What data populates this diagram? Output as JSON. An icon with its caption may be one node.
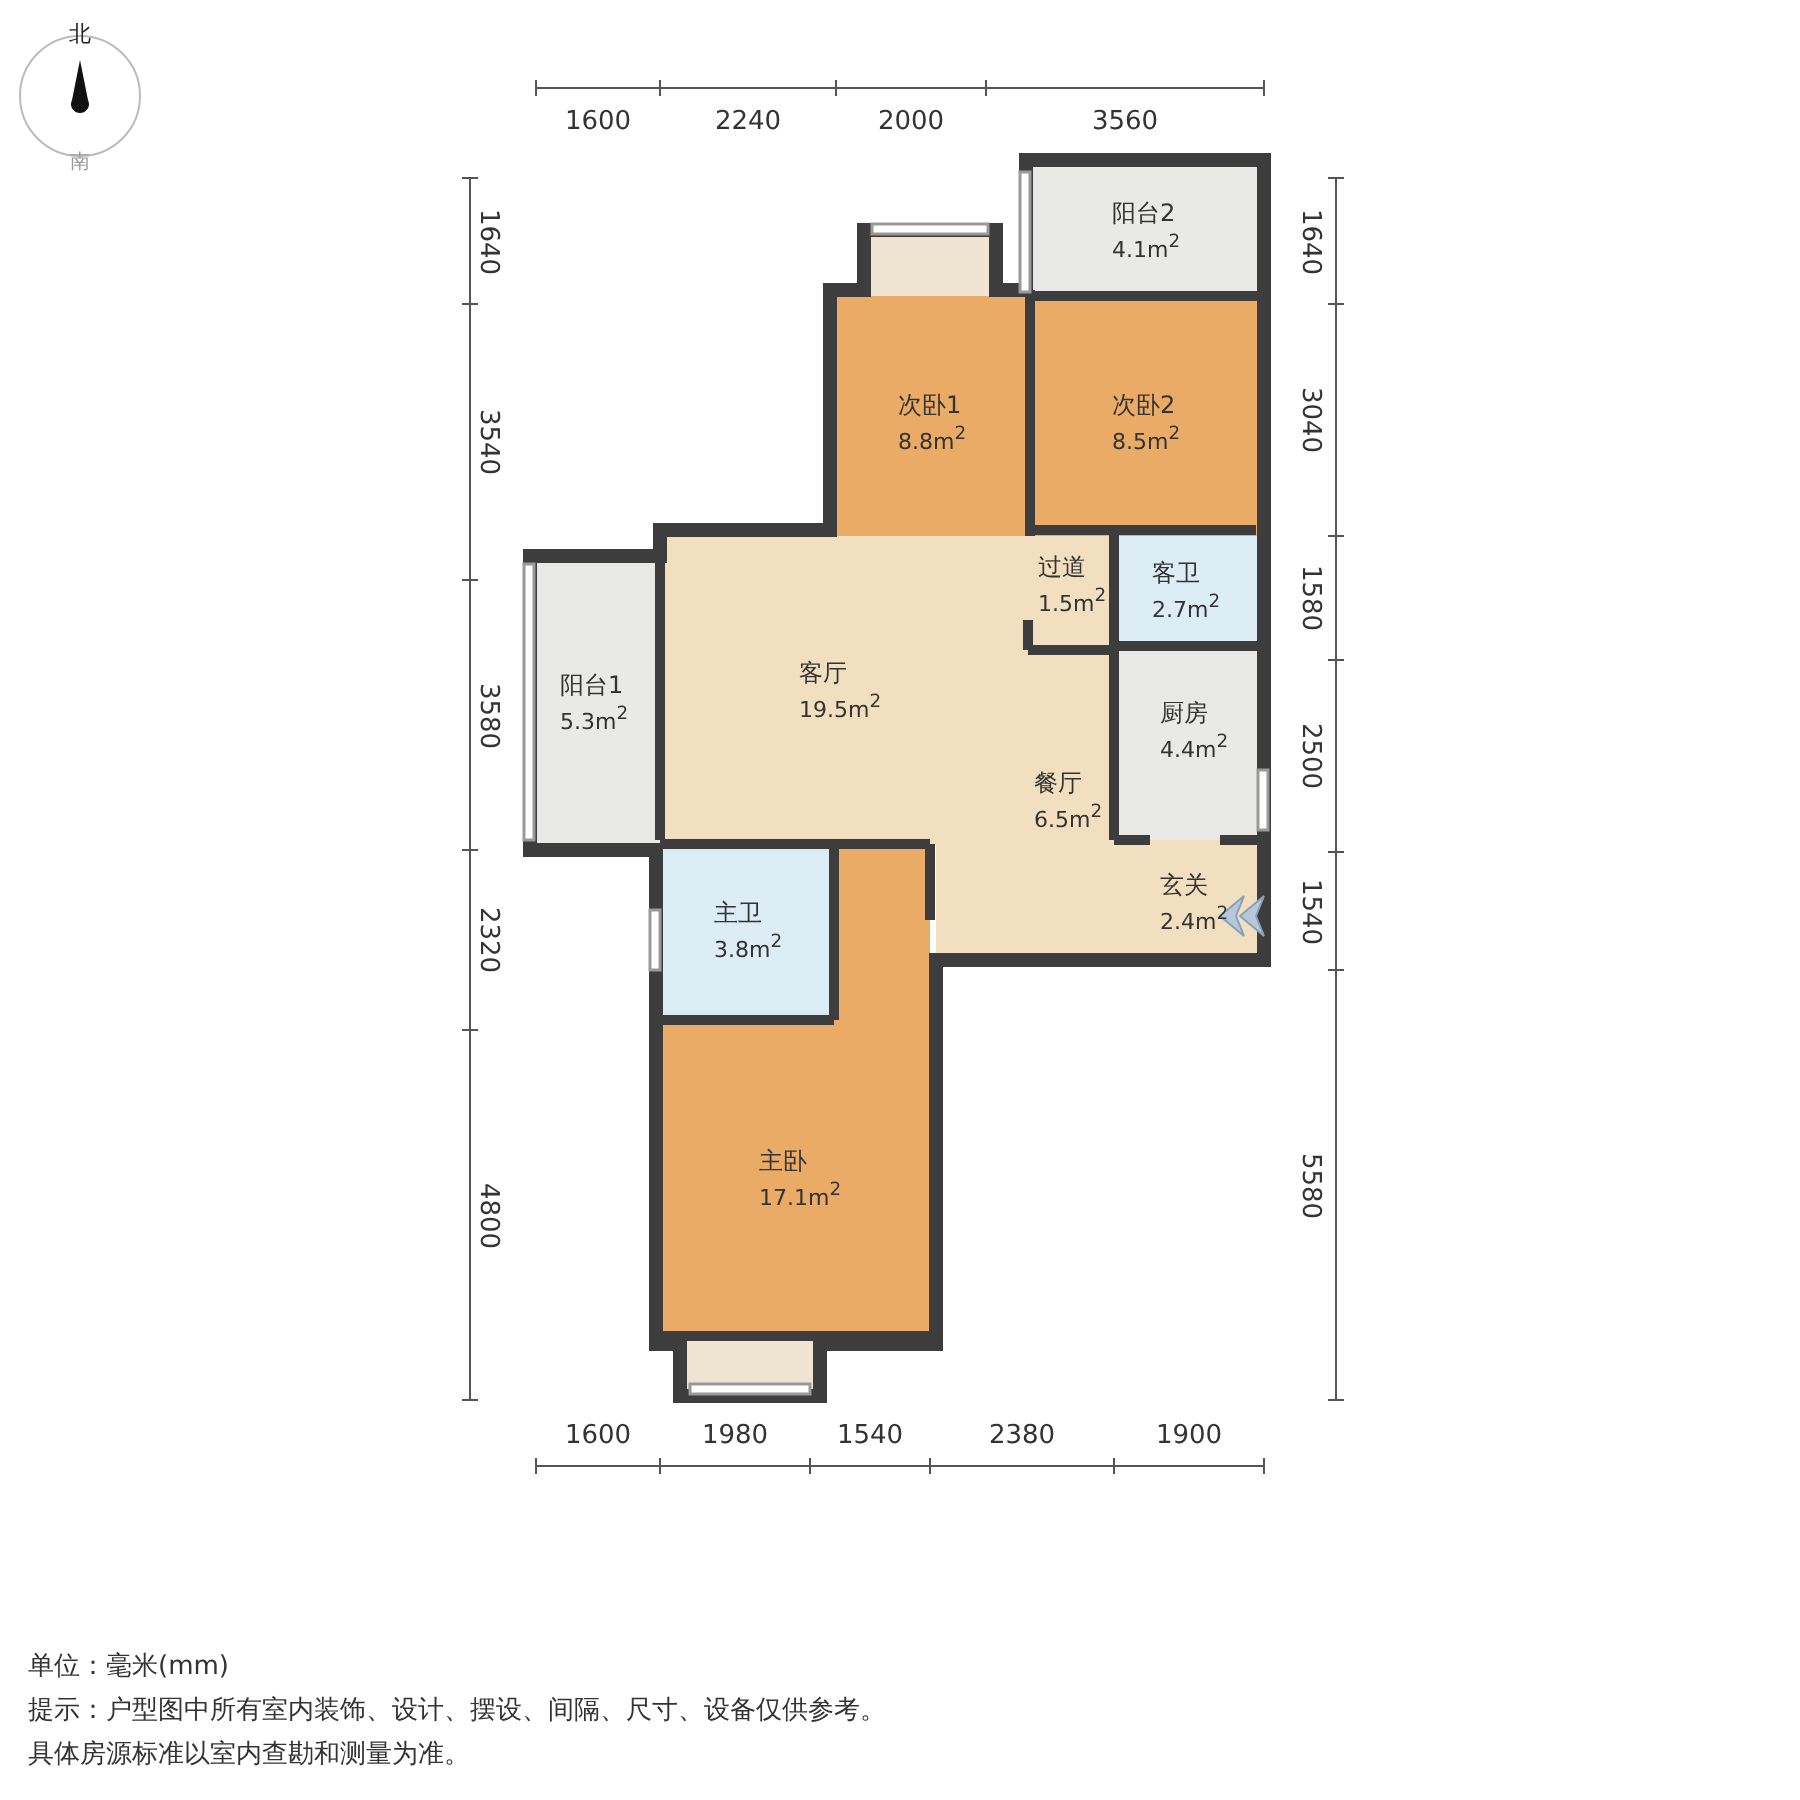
{
  "diagram": {
    "nodes": [
      {
        "text": [
          "阳台2",
          "4.1m$^{2}$"
        ]
      },
      {
        "text": [
          "次卧1",
          "8.8m$^{2}$"
        ]
      },
      {
        "text": [
          "次卧2",
          "8.5m$^{2}$"
        ]
      },
      {
        "text": [
          "过道",
          "1.5m$^{2}$"
        ]
      },
      {
        "text": [
          "客卫",
          "2.7m$^{2}$"
        ]
      },
      {
        "text": [
          "阳台1",
          "5.3m$^{2}$"
        ]
      },
      {
        "text": [
          "客厅",
          "19.5m$^{2}$"
        ]
      },
      {
        "text": [
          "餐厅",
          "6.5m$^{2}$"
        ]
      },
      {
        "text": [
          "厨房",
          "4.4m$^{2}$"
        ]
      },
      {
        "text": [
          "玄关",
          "2.4m$^{2}$"
        ]
      },
      {
        "text": [
          "主卫",
          "3.8m$^{2}$"
        ]
      },
      {
        "text": [
          "主卧",
          "17.1m$^{2}$"
        ]
      }
    ],
    "labels": [
      "北",
      "南",
      "1600",
      "2240",
      "2000",
      "3560",
      "1640",
      "3540",
      "3580",
      "2320",
      "4800",
      "1640",
      "3040",
      "1580",
      "2500",
      "1540",
      "5580",
      "1600",
      "1980",
      "1540",
      "2380",
      "1900",
      "单位：毫米(mm)",
      "提示：户型图中所有室内装饰、设计、摆设、间隔、尺寸、设备仅供参考。",
      "具体房源标准以室内查勘和测量为准。"
    ]
  }
}
